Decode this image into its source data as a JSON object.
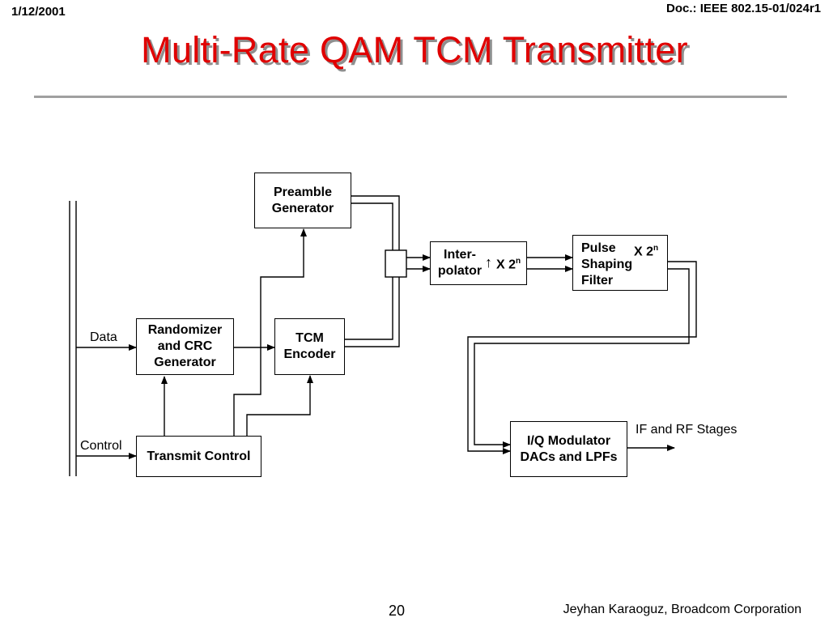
{
  "header": {
    "date": "1/12/2001",
    "doc": "Doc.: IEEE 802.15-01/024r1"
  },
  "title": "Multi-Rate QAM TCM Transmitter",
  "colors": {
    "title": "#e00000",
    "title_shadow": "#8f8f8f",
    "rule": "#a0a0a0"
  },
  "blocks": {
    "preamble": "Preamble Generator",
    "randomizer": "Randomizer and CRC Generator",
    "tcm": "TCM Encoder",
    "interpolator": "Inter- polator",
    "interpolator_factor": "X 2",
    "pulse": "Pulse Shaping Filter",
    "pulse_factor": "X 2",
    "factor_exponent": "n",
    "transmit_control": "Transmit Control",
    "iq": "I/Q Modulator DACs and LPFs"
  },
  "labels": {
    "data": "Data",
    "control": "Control",
    "if_rf": "IF and RF Stages"
  },
  "footer": {
    "page": "20",
    "author": "Jeyhan Karaoguz, Broadcom Corporation"
  }
}
